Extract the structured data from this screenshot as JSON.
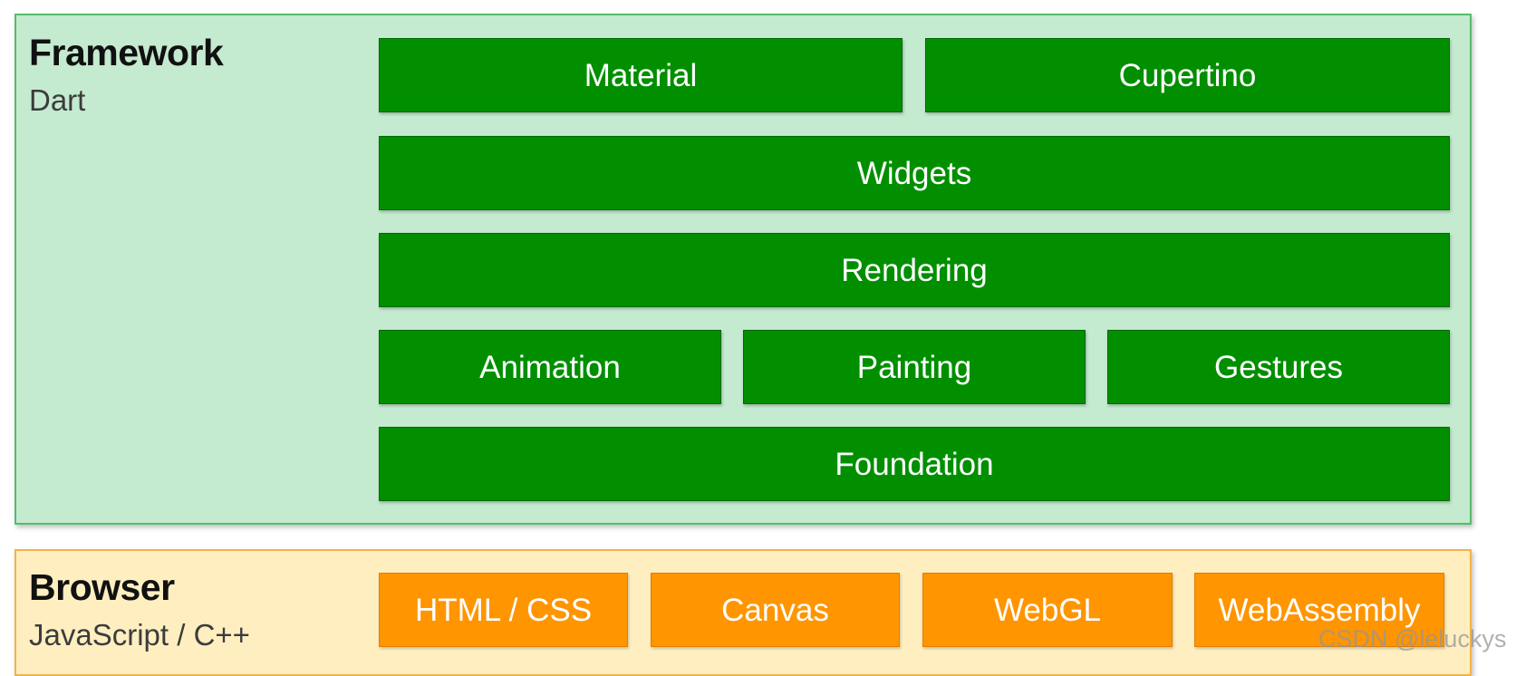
{
  "framework": {
    "title": "Framework",
    "subtitle": "Dart",
    "layers": {
      "material": "Material",
      "cupertino": "Cupertino",
      "widgets": "Widgets",
      "rendering": "Rendering",
      "animation": "Animation",
      "painting": "Painting",
      "gestures": "Gestures",
      "foundation": "Foundation"
    }
  },
  "browser": {
    "title": "Browser",
    "subtitle": "JavaScript / C++",
    "layers": {
      "html_css": "HTML / CSS",
      "canvas": "Canvas",
      "webgl": "WebGL",
      "webassembly": "WebAssembly"
    }
  },
  "watermark": "CSDN @leluckys",
  "colors": {
    "framework_background": "#c4ead0",
    "framework_border": "#57bb6c",
    "framework_box": "#018f00",
    "browser_background": "#ffefc0",
    "browser_border": "#f3b24a",
    "browser_box": "#ff9500",
    "box_text": "#ffffff"
  }
}
